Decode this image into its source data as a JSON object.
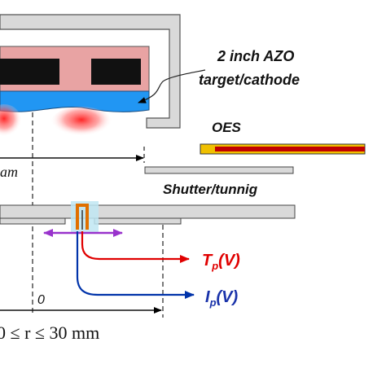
{
  "labels": {
    "target": "2 inch AZO",
    "target_line2": "target/cathode",
    "oes": "OES",
    "shutter": "Shutter/tunnig",
    "distance_fragment": "am",
    "origin": "0",
    "tp_main": "T",
    "tp_sub": "p",
    "tp_arg": "(V)",
    "ip_main": "I",
    "ip_sub": "p",
    "ip_arg": "(V)",
    "range": "0 ≤ r ≤ 30 mm"
  },
  "colors": {
    "housing_fill": "#d9d9d9",
    "magnet_fill": "#e8a3a3",
    "magnet_block": "#111111",
    "target_fill": "#2196f3",
    "plasma": "#ff2020",
    "oes_outer": "#f0c000",
    "oes_inner": "#c00000",
    "probe_orange": "#e07000",
    "probe_tip_highlight": "#bfe6f2",
    "arrow_purple": "#9933cc",
    "arrow_red": "#e00000",
    "arrow_blue": "#0033aa",
    "tp_text": "#e00000",
    "ip_text": "#1a33aa"
  }
}
